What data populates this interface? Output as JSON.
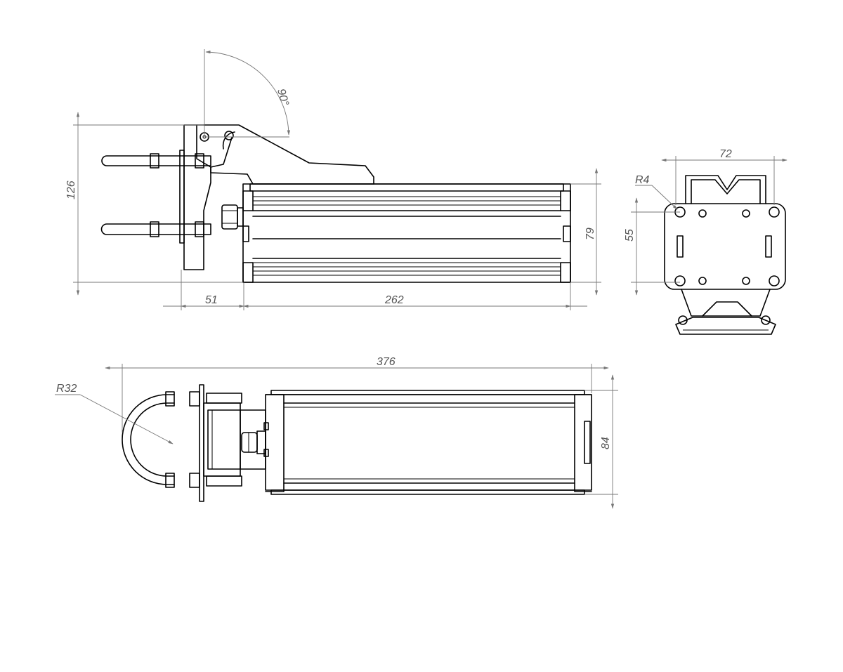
{
  "dimensions": {
    "angle": "90°",
    "height_126": "126",
    "len_51": "51",
    "len_262": "262",
    "height_79": "79",
    "width_72": "72",
    "radius_r4": "R4",
    "height_55": "55",
    "len_376": "376",
    "radius_r32": "R32",
    "height_84": "84"
  }
}
